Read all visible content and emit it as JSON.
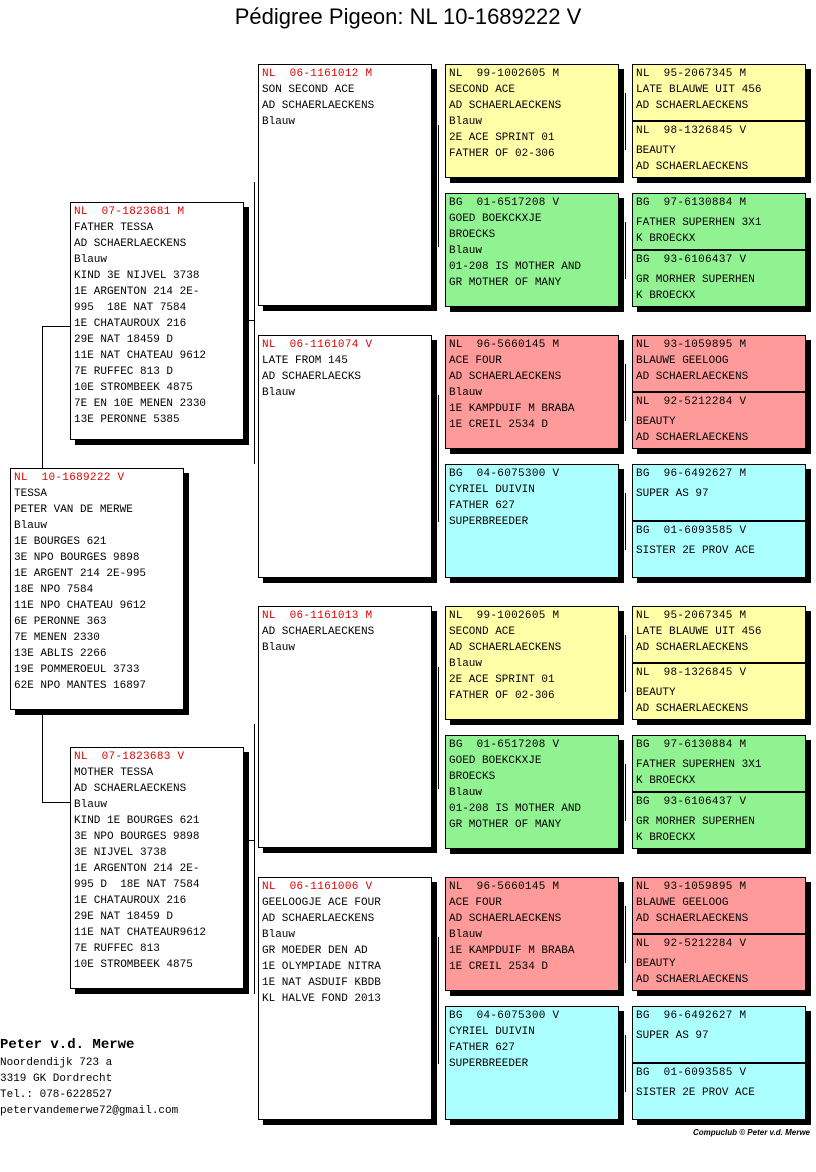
{
  "title": "Pédigree Pigeon: NL  10-1689222 V",
  "boxes": [
    {
      "ring": "NL  10-1689222 V",
      "lines": [
        "TESSA",
        "PETER VAN DE MERWE",
        "Blauw",
        "1E BOURGES 621",
        "3E NPO BOURGES 9898",
        "1E ARGENT 214 2E-995",
        "18E NPO 7584",
        "11E NPO CHATEAU 9612",
        "6E PERONNE 363",
        "7E MENEN 2330",
        "13E ABLIS 2266",
        "19E POMMEROEUL 3733",
        "62E NPO MANTES 16897"
      ]
    },
    {
      "ring": "NL  07-1823681 M",
      "lines": [
        "FATHER TESSA",
        "AD SCHAERLAECKENS",
        "Blauw",
        "KIND 3E NIJVEL 3738",
        "1E ARGENTON 214 2E-",
        "995  18E NAT 7584",
        "1E CHATAUROUX 216",
        "29E NAT 18459 D",
        "11E NAT CHATEAU 9612",
        "7E RUFFEC 813 D",
        "10E STROMBEEK 4875",
        "7E EN 10E MENEN 2330",
        "13E PERONNE 5385"
      ]
    },
    {
      "ring": "NL  07-1823683 V",
      "lines": [
        "MOTHER TESSA",
        "AD SCHAERLAECKENS",
        "Blauw",
        "KIND 1E BOURGES 621",
        "3E NPO BOURGES 9898",
        "3E NIJVEL 3738",
        "1E ARGENTON 214 2E-",
        "995 D  18E NAT 7584",
        "1E CHATAUROUX 216",
        "29E NAT 18459 D",
        "11E NAT CHATEAUR9612",
        "7E RUFFEC 813",
        "10E STROMBEEK 4875"
      ]
    },
    {
      "ring": "NL  06-1161012 M",
      "lines": [
        "SON SECOND ACE",
        "AD SCHAERLAECKENS",
        "Blauw"
      ]
    },
    {
      "ring": "NL  06-1161074 V",
      "lines": [
        "LATE FROM 145",
        "AD SCHAERLAECKS",
        "Blauw"
      ]
    },
    {
      "ring": "NL  06-1161013 M",
      "lines": [
        "",
        "AD SCHAERLAECKENS",
        "Blauw"
      ]
    },
    {
      "ring": "NL  06-1161006 V",
      "lines": [
        "GEELOOGJE ACE FOUR",
        "AD SCHAERLAECKENS",
        "Blauw",
        "GR MOEDER DEN AD",
        "1E OLYMPIADE NITRA",
        "1E NAT ASDUIF KBDB",
        "KL HALVE FOND 2013"
      ]
    },
    {
      "ring": "NL  99-1002605 M",
      "lines": [
        "SECOND ACE",
        "AD SCHAERLAECKENS",
        "Blauw",
        "2E ACE SPRINT 01",
        "FATHER OF 02-306"
      ]
    },
    {
      "ring": "BG  01-6517208 V",
      "lines": [
        "GOED BOEKCKXJE",
        "BROECKS",
        "Blauw",
        "01-208 IS MOTHER AND",
        "GR MOTHER OF MANY"
      ]
    },
    {
      "ring": "NL  96-5660145 M",
      "lines": [
        "ACE FOUR",
        "AD SCHAERLAECKENS",
        "Blauw",
        "1E KAMPDUIF M BRABA",
        "1E CREIL 2534 D"
      ]
    },
    {
      "ring": "BG  04-6075300 V",
      "lines": [
        "CYRIEL DUIVIN",
        "",
        "",
        "FATHER 627",
        "SUPERBREEDER"
      ]
    },
    {
      "ring": "NL  99-1002605 M",
      "lines": [
        "SECOND ACE",
        "AD SCHAERLAECKENS",
        "Blauw",
        "2E ACE SPRINT 01",
        "FATHER OF 02-306"
      ]
    },
    {
      "ring": "BG  01-6517208 V",
      "lines": [
        "GOED BOEKCKXJE",
        "BROECKS",
        "Blauw",
        "01-208 IS MOTHER AND",
        "GR MOTHER OF MANY"
      ]
    },
    {
      "ring": "NL  96-5660145 M",
      "lines": [
        "ACE FOUR",
        "AD SCHAERLAECKENS",
        "Blauw",
        "1E KAMPDUIF M BRABA",
        "1E CREIL 2534 D"
      ]
    },
    {
      "ring": "BG  04-6075300 V",
      "lines": [
        "CYRIEL DUIVIN",
        "",
        "",
        "FATHER 627",
        "SUPERBREEDER"
      ]
    },
    {
      "ring": "NL  95-2067345 M",
      "lines": [
        "LATE BLAUWE UIT 456",
        "AD SCHAERLAECKENS"
      ]
    },
    {
      "ring": "NL  98-1326845 V",
      "lines": [
        "BEAUTY",
        "AD SCHAERLAECKENS"
      ]
    },
    {
      "ring": "BG  97-6130884 M",
      "lines": [
        "FATHER SUPERHEN 3X1",
        "K BROECKX"
      ]
    },
    {
      "ring": "BG  93-6106437 V",
      "lines": [
        "GR MORHER SUPERHEN",
        "K BROECKX"
      ]
    },
    {
      "ring": "NL  93-1059895 M",
      "lines": [
        "BLAUWE GEELOOG",
        "AD SCHAERLAECKENS"
      ]
    },
    {
      "ring": "NL  92-5212284 V",
      "lines": [
        "BEAUTY",
        "AD SCHAERLAECKENS"
      ]
    },
    {
      "ring": "BG  96-6492627 M",
      "lines": [
        "SUPER AS 97"
      ]
    },
    {
      "ring": "BG  01-6093585 V",
      "lines": [
        "SISTER 2E PROV ACE"
      ]
    },
    {
      "ring": "NL  95-2067345 M",
      "lines": [
        "LATE BLAUWE UIT 456",
        "AD SCHAERLAECKENS"
      ]
    },
    {
      "ring": "NL  98-1326845 V",
      "lines": [
        "BEAUTY",
        "AD SCHAERLAECKENS"
      ]
    },
    {
      "ring": "BG  97-6130884 M",
      "lines": [
        "FATHER SUPERHEN 3X1",
        "K BROECKX"
      ]
    },
    {
      "ring": "BG  93-6106437 V",
      "lines": [
        "GR MORHER SUPERHEN",
        "K BROECKX"
      ]
    },
    {
      "ring": "NL  93-1059895 M",
      "lines": [
        "BLAUWE GEELOOG",
        "AD SCHAERLAECKENS"
      ]
    },
    {
      "ring": "NL  92-5212284 V",
      "lines": [
        "BEAUTY",
        "AD SCHAERLAECKENS"
      ]
    },
    {
      "ring": "BG  96-6492627 M",
      "lines": [
        "SUPER AS 97"
      ]
    },
    {
      "ring": "BG  01-6093585 V",
      "lines": [
        "SISTER 2E PROV ACE"
      ]
    }
  ],
  "owner": {
    "name": "Peter v.d. Merwe",
    "street": "Noordendijk 723 a",
    "city": "3319 GK  Dordrecht",
    "phone": "Tel.: 078-6228527",
    "email": "petervandemerwe72@gmail.com"
  },
  "credit": "Compuclub © Peter v.d. Merwe"
}
